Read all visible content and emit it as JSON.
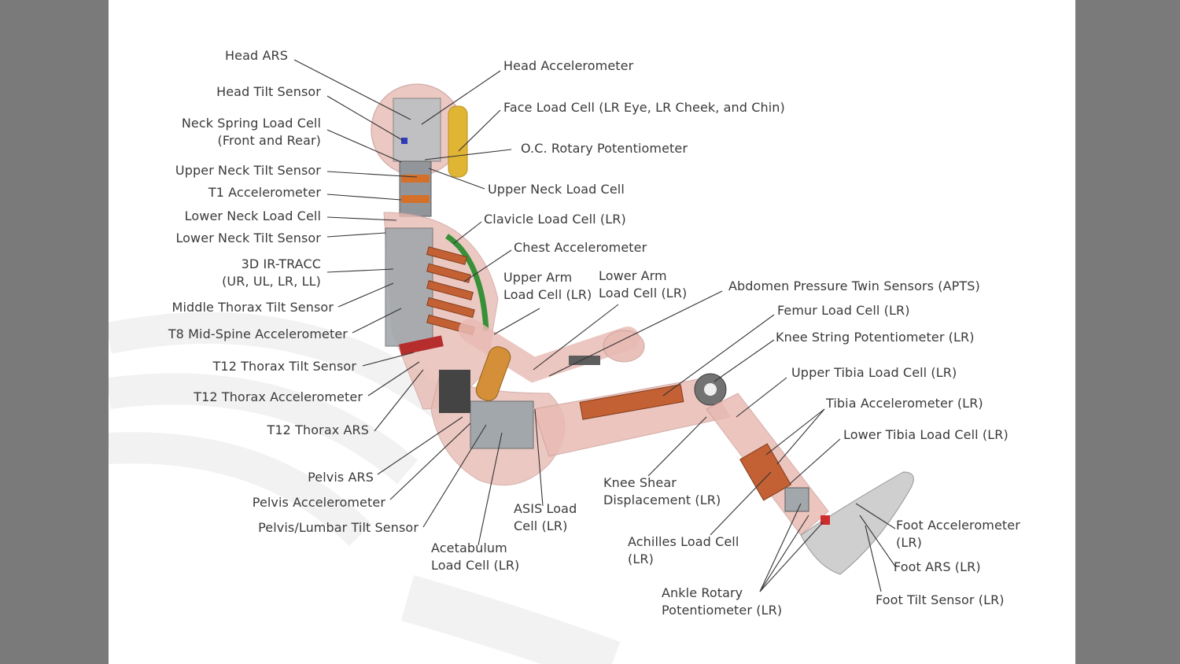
{
  "colors": {
    "background": "#7a7a7a",
    "slide": "#ffffff",
    "leader_line": "#333333",
    "label_text": "#3a3a3a",
    "body_shell": "#e7b7b0",
    "sensor_grey": "#9ea3a8",
    "rib_orange": "#d2691e",
    "chest_green": "#2e8b2e",
    "face_yellow": "#e0b22a"
  },
  "labels": {
    "head_ars": "Head ARS",
    "head_tilt_sensor": "Head Tilt Sensor",
    "neck_spring_load_cell_1": "Neck Spring Load Cell",
    "neck_spring_load_cell_2": "(Front and Rear)",
    "upper_neck_tilt_sensor": "Upper Neck Tilt Sensor",
    "t1_accelerometer": "T1 Accelerometer",
    "lower_neck_load_cell": "Lower Neck Load Cell",
    "lower_neck_tilt_sensor": "Lower Neck Tilt Sensor",
    "ir_tracc_1": "3D IR-TRACC",
    "ir_tracc_2": "(UR, UL, LR, LL)",
    "middle_thorax_tilt_sensor": "Middle Thorax Tilt Sensor",
    "t8_mid_spine_accelerometer": "T8 Mid-Spine Accelerometer",
    "t12_thorax_tilt_sensor": "T12 Thorax Tilt Sensor",
    "t12_thorax_accelerometer": "T12 Thorax Accelerometer",
    "t12_thorax_ars": "T12 Thorax ARS",
    "pelvis_ars": "Pelvis ARS",
    "pelvis_accelerometer": "Pelvis Accelerometer",
    "pelvis_lumbar_tilt_sensor": "Pelvis/Lumbar Tilt Sensor",
    "acetabulum_load_cell_1": "Acetabulum",
    "acetabulum_load_cell_2": "Load Cell (LR)",
    "asis_load_cell_1": "ASIS Load",
    "asis_load_cell_2": "Cell (LR)",
    "head_accelerometer": "Head Accelerometer",
    "face_load_cell": "Face Load Cell (LR Eye, LR Cheek, and Chin)",
    "oc_rotary_potentiometer": "O.C. Rotary Potentiometer",
    "upper_neck_load_cell": "Upper Neck Load Cell",
    "clavicle_load_cell": "Clavicle Load Cell (LR)",
    "chest_accelerometer": "Chest Accelerometer",
    "upper_arm_load_cell_1": "Upper Arm",
    "upper_arm_load_cell_2": "Load Cell (LR)",
    "lower_arm_load_cell_1": "Lower Arm",
    "lower_arm_load_cell_2": "Load Cell (LR)",
    "apts": "Abdomen Pressure Twin Sensors (APTS)",
    "femur_load_cell": "Femur Load Cell (LR)",
    "knee_string_potentiometer": "Knee String Potentiometer (LR)",
    "upper_tibia_load_cell": "Upper Tibia Load Cell (LR)",
    "tibia_accelerometer": "Tibia Accelerometer (LR)",
    "lower_tibia_load_cell": "Lower Tibia Load Cell (LR)",
    "knee_shear_1": "Knee Shear",
    "knee_shear_2": "Displacement (LR)",
    "achilles_load_cell_1": "Achilles Load Cell",
    "achilles_load_cell_2": "(LR)",
    "ankle_rotary_1": "Ankle Rotary",
    "ankle_rotary_2": "Potentiometer (LR)",
    "foot_accelerometer_1": "Foot Accelerometer",
    "foot_accelerometer_2": "(LR)",
    "foot_ars": "Foot ARS (LR)",
    "foot_tilt_sensor": "Foot Tilt Sensor (LR)"
  }
}
